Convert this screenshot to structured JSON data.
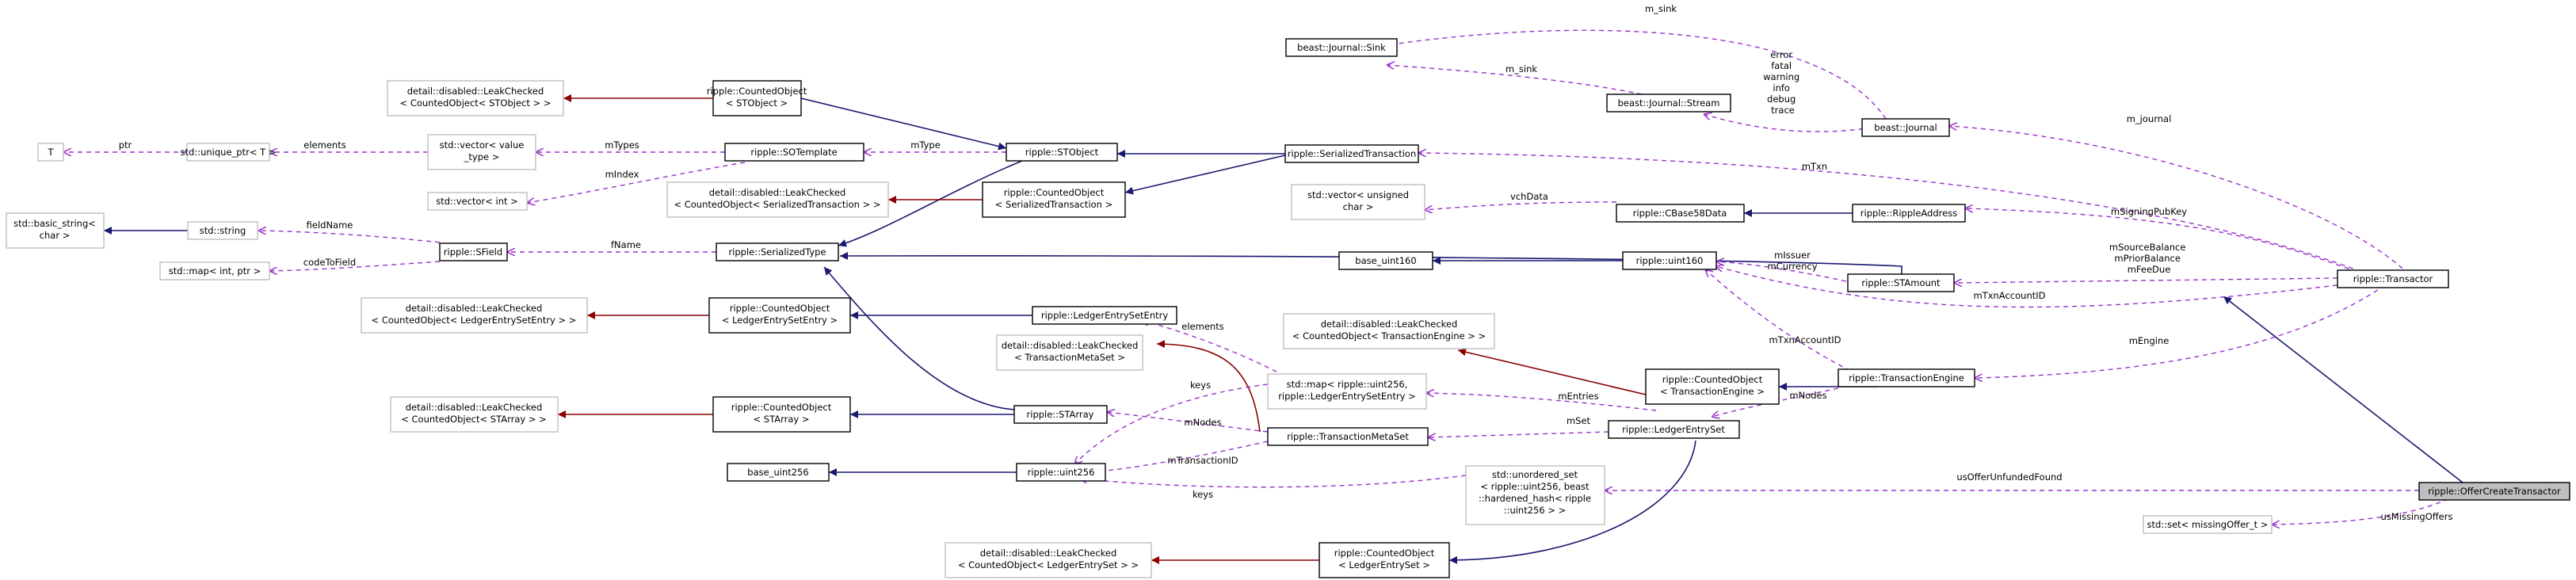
{
  "nodes": {
    "T": [
      "T"
    ],
    "unique_ptr": [
      "std::unique_ptr< T >"
    ],
    "vector_value_type": [
      "std::vector< value",
      "_type >"
    ],
    "vector_int": [
      "std::vector< int >"
    ],
    "basic_string": [
      "std::basic_string<",
      "char >"
    ],
    "std_string": [
      "std::string"
    ],
    "std_map_int_ptr": [
      "std::map< int, ptr >"
    ],
    "leak_stobject": [
      "detail::disabled::LeakChecked",
      "< CountedObject< STObject > >"
    ],
    "counted_stobject": [
      "ripple::CountedObject",
      "< STObject >"
    ],
    "sotemplate": [
      "ripple::SOTemplate"
    ],
    "stobject": [
      "ripple::STObject"
    ],
    "sfield": [
      "ripple::SField"
    ],
    "serializedtype": [
      "ripple::SerializedType"
    ],
    "leak_serializedtransaction": [
      "detail::disabled::LeakChecked",
      "< CountedObject< SerializedTransaction > >"
    ],
    "counted_serializedtransaction": [
      "ripple::CountedObject",
      "< SerializedTransaction >"
    ],
    "serializedtransaction": [
      "ripple::SerializedTransaction"
    ],
    "leak_ledgerentrysetentry": [
      "detail::disabled::LeakChecked",
      "< CountedObject< LedgerEntrySetEntry > >"
    ],
    "counted_ledgerentrysetentry": [
      "ripple::CountedObject",
      "< LedgerEntrySetEntry >"
    ],
    "ledgerentrysetentry": [
      "ripple::LedgerEntrySetEntry"
    ],
    "leak_transactionmetaset": [
      "detail::disabled::LeakChecked",
      "< TransactionMetaSet >"
    ],
    "leak_starray": [
      "detail::disabled::LeakChecked",
      "< CountedObject< STArray > >"
    ],
    "counted_starray": [
      "ripple::CountedObject",
      "< STArray >"
    ],
    "starray": [
      "ripple::STArray"
    ],
    "base_uint256": [
      "base_uint256"
    ],
    "uint256": [
      "ripple::uint256"
    ],
    "transactionmetaset": [
      "ripple::TransactionMetaSet"
    ],
    "std_map_uint256": [
      "std::map< ripple::uint256,",
      "ripple::LedgerEntrySetEntry >"
    ],
    "leak_ledgerentryset": [
      "detail::disabled::LeakChecked",
      "< CountedObject< LedgerEntrySet > >"
    ],
    "counted_ledgerentryset": [
      "ripple::CountedObject",
      "< LedgerEntrySet >"
    ],
    "ledgerentryset": [
      "ripple::LedgerEntrySet"
    ],
    "unordered_set": [
      "std::unordered_set",
      "< ripple::uint256, beast",
      "::hardened_hash< ripple",
      "::uint256 > >"
    ],
    "beast_sink": [
      "beast::Journal::Sink"
    ],
    "beast_stream": [
      "beast::Journal::Stream"
    ],
    "beast_journal": [
      "beast::Journal"
    ],
    "vector_uchar": [
      "std::vector< unsigned",
      "char >"
    ],
    "cbase58data": [
      "ripple::CBase58Data"
    ],
    "rippleaddress": [
      "ripple::RippleAddress"
    ],
    "base_uint160": [
      "base_uint160"
    ],
    "uint160": [
      "ripple::uint160"
    ],
    "stamount": [
      "ripple::STAmount"
    ],
    "leak_transactionengine": [
      "detail::disabled::LeakChecked",
      "< CountedObject< TransactionEngine > >"
    ],
    "counted_transactionengine": [
      "ripple::CountedObject",
      "< TransactionEngine >"
    ],
    "transactionengine": [
      "ripple::TransactionEngine"
    ],
    "transactor": [
      "ripple::Transactor"
    ],
    "offercreatetransactor": [
      "ripple::OfferCreateTransactor"
    ],
    "set_missingoffer": [
      "std::set< missingOffer_t >"
    ]
  },
  "edge_labels": {
    "ptr": "ptr",
    "elements_vec": "elements",
    "mTypes": "mTypes",
    "mType": "mType",
    "mIndex": "mIndex",
    "fieldName": "fieldName",
    "codeToField": "codeToField",
    "fName": "fName",
    "elements_map": "elements",
    "keys_1": "keys",
    "mNodes_1": "mNodes",
    "mTransactionID": "mTransactionID",
    "keys_2": "keys",
    "mEntries": "mEntries",
    "mSet": "mSet",
    "mNodes_2": "mNodes",
    "m_sink_1": "m_sink",
    "m_sink_2": "m_sink",
    "stream_levels": [
      "error",
      "fatal",
      "warning",
      "info",
      "debug",
      "trace"
    ],
    "m_journal": "m_journal",
    "mTxn": "mTxn",
    "vchData": "vchData",
    "mSigningPubKey": "mSigningPubKey",
    "mIssuer": "mIssuer",
    "mCurrency": "mCurrency",
    "amount_members": [
      "mSourceBalance",
      "mPriorBalance",
      "mFeeDue"
    ],
    "mTxnAccountID_1": "mTxnAccountID",
    "mTxnAccountID_2": "mTxnAccountID",
    "mEngine": "mEngine",
    "usOfferUnfundedFound": "usOfferUnfundedFound",
    "usMissingOffers": "usMissingOffers"
  },
  "colors": {
    "inheritance": "#191970",
    "template": "#8b0000",
    "usage": "#9a32cd",
    "node_border": "#000000",
    "undocumented_border": "#bfbfbf",
    "highlight_fill": "#bfbfbf"
  }
}
